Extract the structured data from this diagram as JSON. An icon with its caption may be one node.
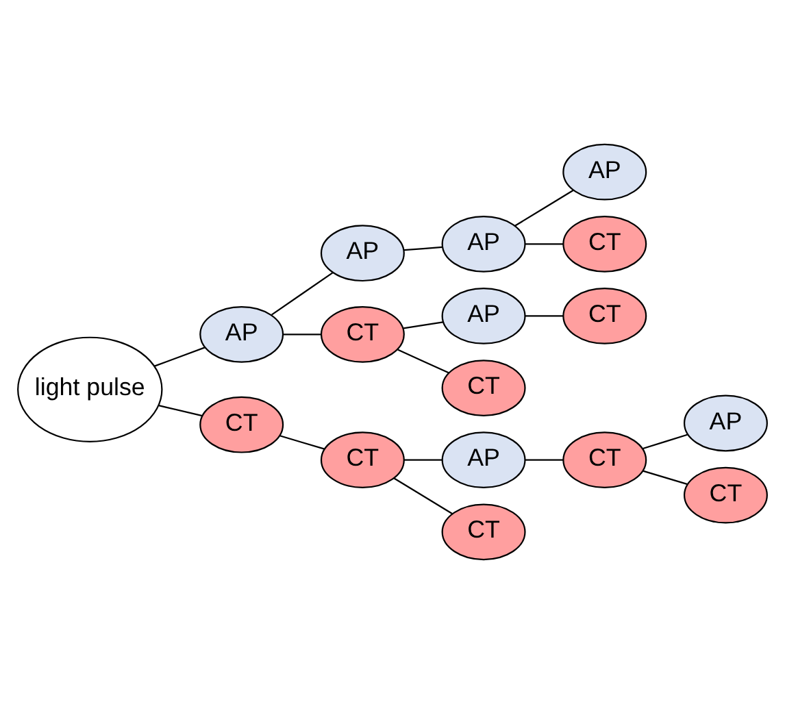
{
  "diagram": {
    "nodes": [
      {
        "text": [
          "light pulse"
        ]
      },
      {
        "text": [
          "AP"
        ]
      },
      {
        "text": [
          "AP"
        ]
      },
      {
        "text": [
          "AP"
        ]
      },
      {
        "text": [
          "AP"
        ]
      },
      {
        "text": [
          "CT"
        ]
      },
      {
        "text": [
          "CT"
        ]
      },
      {
        "text": [
          "AP"
        ]
      },
      {
        "text": [
          "CT"
        ]
      },
      {
        "text": [
          "CT"
        ]
      },
      {
        "text": [
          "CT"
        ]
      },
      {
        "text": [
          "CT"
        ]
      },
      {
        "text": [
          "AP"
        ]
      },
      {
        "text": [
          "CT"
        ]
      },
      {
        "text": [
          "AP"
        ]
      },
      {
        "text": [
          "CT"
        ]
      },
      {
        "text": [
          "CT"
        ]
      }
    ],
    "edges": [
      {
        "from": 0,
        "to": 1,
        "arrow": "none"
      },
      {
        "from": 1,
        "to": 2,
        "arrow": "none"
      },
      {
        "from": 2,
        "to": 3,
        "arrow": "none"
      },
      {
        "from": 3,
        "to": 4,
        "arrow": "none"
      },
      {
        "from": 3,
        "to": 5,
        "arrow": "none"
      },
      {
        "from": 1,
        "to": 6,
        "arrow": "none"
      },
      {
        "from": 6,
        "to": 7,
        "arrow": "none"
      },
      {
        "from": 7,
        "to": 8,
        "arrow": "none"
      },
      {
        "from": 6,
        "to": 9,
        "arrow": "none"
      },
      {
        "from": 0,
        "to": 10,
        "arrow": "none"
      },
      {
        "from": 10,
        "to": 11,
        "arrow": "none"
      },
      {
        "from": 11,
        "to": 12,
        "arrow": "none"
      },
      {
        "from": 12,
        "to": 13,
        "arrow": "none"
      },
      {
        "from": 13,
        "to": 14,
        "arrow": "none"
      },
      {
        "from": 13,
        "to": 15,
        "arrow": "none"
      },
      {
        "from": 11,
        "to": 16,
        "arrow": "none"
      }
    ]
  }
}
